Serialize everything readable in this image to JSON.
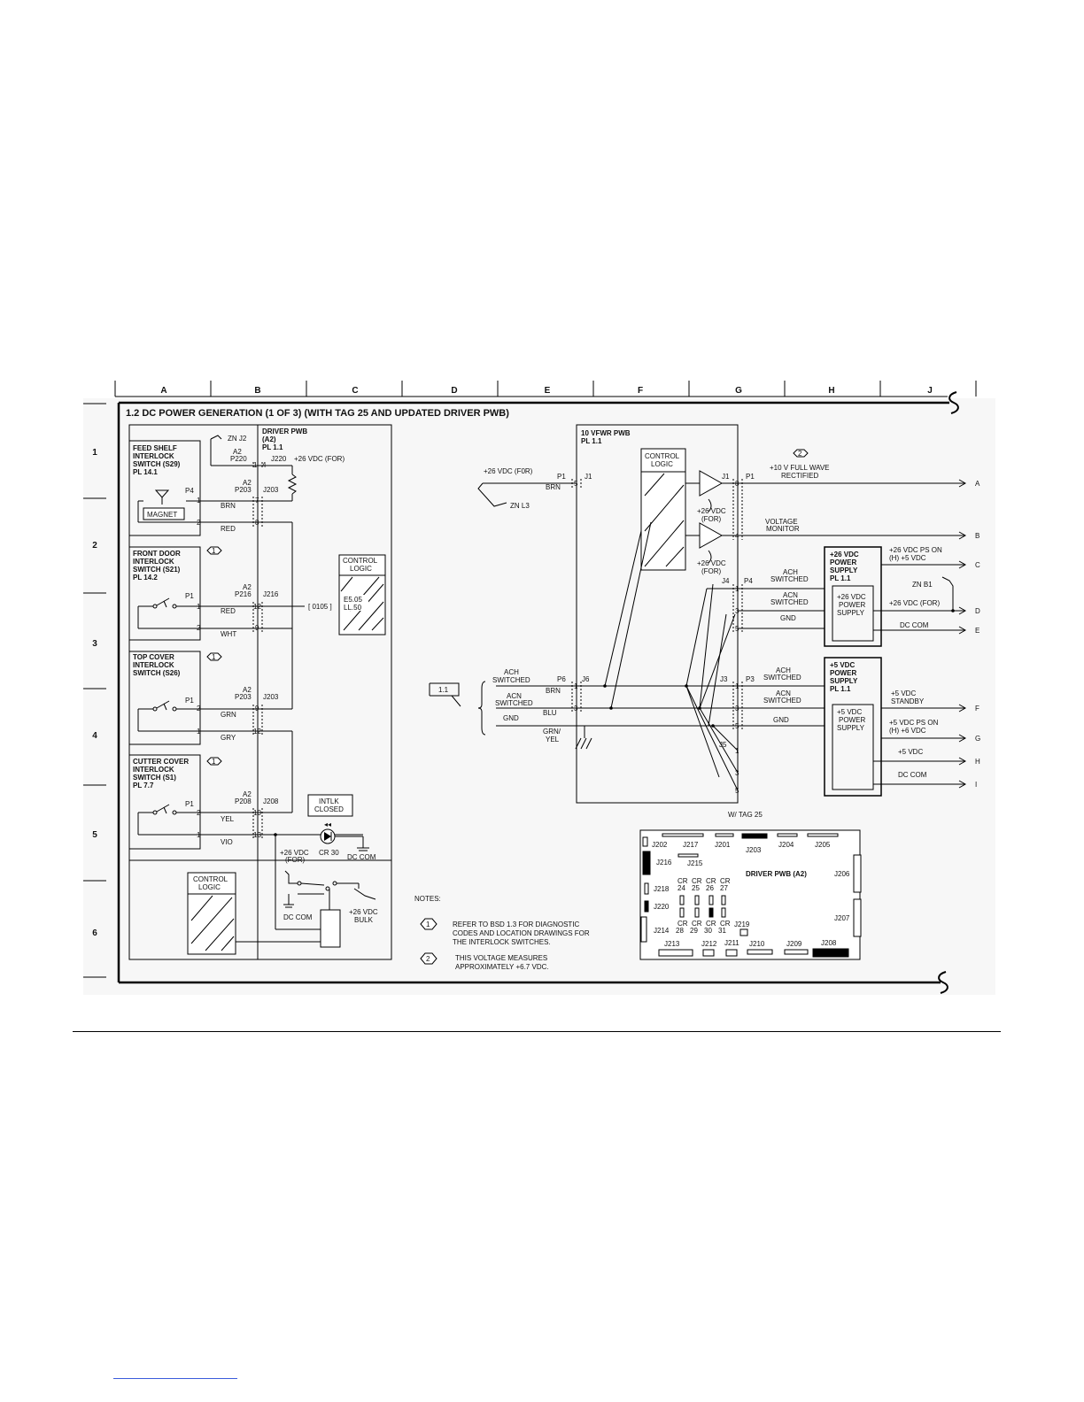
{
  "columns": [
    "A",
    "B",
    "C",
    "D",
    "E",
    "F",
    "G",
    "H",
    "J"
  ],
  "rows": [
    "1",
    "2",
    "3",
    "4",
    "5",
    "6"
  ],
  "title": "1.2 DC POWER GENERATION (1 OF 3) (WITH TAG 25 AND UPDATED DRIVER PWB)",
  "switches": [
    {
      "lines": [
        "FEED SHELF",
        "INTERLOCK",
        "SWITCH (S29)",
        "PL 14.1"
      ],
      "conn": "P4",
      "magnet": "MAGNET",
      "note": ""
    },
    {
      "lines": [
        "FRONT DOOR",
        "INTERLOCK",
        "SWITCH (S21)",
        "PL 14.2"
      ],
      "conn": "P1",
      "note": "1"
    },
    {
      "lines": [
        "TOP COVER",
        "INTERLOCK",
        "SWITCH (S26)"
      ],
      "conn": "P1",
      "note": "1"
    },
    {
      "lines": [
        "CUTTER COVER",
        "INTERLOCK",
        "SWITCH (S1)",
        "PL 7.7"
      ],
      "conn": "P1",
      "note": "1"
    }
  ],
  "driver_pwb": {
    "header": [
      "DRIVER PWB",
      "(A2)",
      "PL 1.1"
    ],
    "zn": "ZN J2",
    "conns": [
      {
        "a": "A2",
        "p": "P220",
        "j": "J220"
      },
      {
        "a": "A2",
        "p": "P203",
        "j": "J203"
      },
      {
        "a": "A2",
        "p": "P216",
        "j": "J216"
      },
      {
        "a": "A2",
        "p": "P203",
        "j": "J203"
      },
      {
        "a": "A2",
        "p": "P208",
        "j": "J208"
      }
    ],
    "supply": "+26 VDC (FOR)",
    "wires": [
      "BRN",
      "RED",
      "RED",
      "WHT",
      "GRN",
      "GRY",
      "YEL",
      "VIO"
    ],
    "pins": [
      "1",
      "4",
      "7",
      "8",
      "12",
      "9",
      "9",
      "12",
      "10",
      "13",
      "1",
      "2",
      "1",
      "2",
      "2",
      "1",
      "2",
      "1"
    ],
    "control_logic": [
      "CONTROL",
      "LOGIC"
    ],
    "ref_box": [
      "E5.05",
      "LL.50"
    ],
    "ref": "[ 0105 ]",
    "intlk": [
      "INTLK",
      "CLOSED"
    ],
    "cr30": "CR 30",
    "dc_com": "DC COM",
    "v26for": [
      "+26 VDC",
      "(FOR)"
    ],
    "bulk": [
      "+26 VDC",
      "BULK"
    ]
  },
  "vfwr": {
    "header": [
      "10 VFWR PWB",
      "PL 1.1"
    ],
    "control_logic": [
      "CONTROL",
      "LOGIC"
    ],
    "in_supply": "+26 VDC (F0R)",
    "zn": "ZN L3",
    "p1": "P1",
    "j1a": "J1",
    "brn": "BRN",
    "j1b": "J1",
    "p1b": "P1",
    "fwr": [
      "+10 V FULL WAVE",
      "RECTIFIED"
    ],
    "vm": [
      "VOLTAGE",
      "MONITOR"
    ],
    "for1": [
      "+26 VDC",
      "(FOR)"
    ],
    "for2": [
      "+26 VDC",
      "(FOR)"
    ],
    "j4": "J4",
    "p4": "P4",
    "j3": "J3",
    "p3": "P3",
    "j5": "J5",
    "j6": "J6",
    "p6": "P6",
    "ach": [
      "ACH",
      "SWITCHED"
    ],
    "acn": [
      "ACN",
      "SWITCHED"
    ],
    "gnd": "GND",
    "wires": [
      "BRN",
      "BLU",
      "GRN/",
      "YEL"
    ],
    "in_ach": [
      "ACH",
      "SWITCHED"
    ],
    "in_acn": [
      "ACN",
      "SWITCHED"
    ],
    "in_gnd": "GND",
    "ref": "1.1"
  },
  "ps26": {
    "header": [
      "+26 VDC",
      "POWER",
      "SUPPLY",
      "PL 1.1"
    ],
    "inner": [
      "+26 VDC",
      "POWER",
      "SUPPLY"
    ],
    "out1": [
      "+26 VDC PS ON",
      "(H) +5 VDC"
    ],
    "zn": "ZN B1",
    "out2": "+26 VDC (FOR)",
    "out3": "DC COM"
  },
  "ps5": {
    "header": [
      "+5 VDC",
      "POWER",
      "SUPPLY",
      "PL 1.1"
    ],
    "inner": [
      "+5 VDC",
      "POWER",
      "SUPPLY"
    ],
    "out1": [
      "+5 VDC",
      "STANDBY"
    ],
    "out2": [
      "+5 VDC PS ON",
      "(H) +6 VDC"
    ],
    "out3": "+5 VDC",
    "out4": "DC COM"
  },
  "outputs": [
    "A",
    "B",
    "C",
    "D",
    "E",
    "F",
    "G",
    "H",
    "I"
  ],
  "tag": "W/ TAG 25",
  "board": {
    "title": "DRIVER PWB (A2)",
    "top": [
      "J202",
      "J217",
      "J201",
      "J203",
      "J204",
      "J205"
    ],
    "j215": "J215",
    "j216": "J216",
    "j218": "J218",
    "j220": "J220",
    "j214": "J214",
    "cr_top": [
      "CR",
      "24",
      "CR",
      "25",
      "CR",
      "26",
      "CR",
      "27"
    ],
    "cr_bot": [
      "CR",
      "28",
      "CR",
      "29",
      "CR",
      "30",
      "CR",
      "31"
    ],
    "j219": "J219",
    "bottom": [
      "J213",
      "J212",
      "J211",
      "J210",
      "J209",
      "J208"
    ],
    "right": [
      "J206",
      "J207"
    ]
  },
  "notes": {
    "heading": "NOTES:",
    "items": [
      {
        "num": "1",
        "lines": [
          "REFER TO BSD 1.3 FOR DIAGNOSTIC",
          "CODES AND LOCATION DRAWINGS FOR",
          "THE INTERLOCK SWITCHES."
        ]
      },
      {
        "num": "2",
        "lines": [
          "THIS VOLTAGE MEASURES",
          "APPROXIMATELY +6.7 VDC."
        ]
      }
    ]
  }
}
